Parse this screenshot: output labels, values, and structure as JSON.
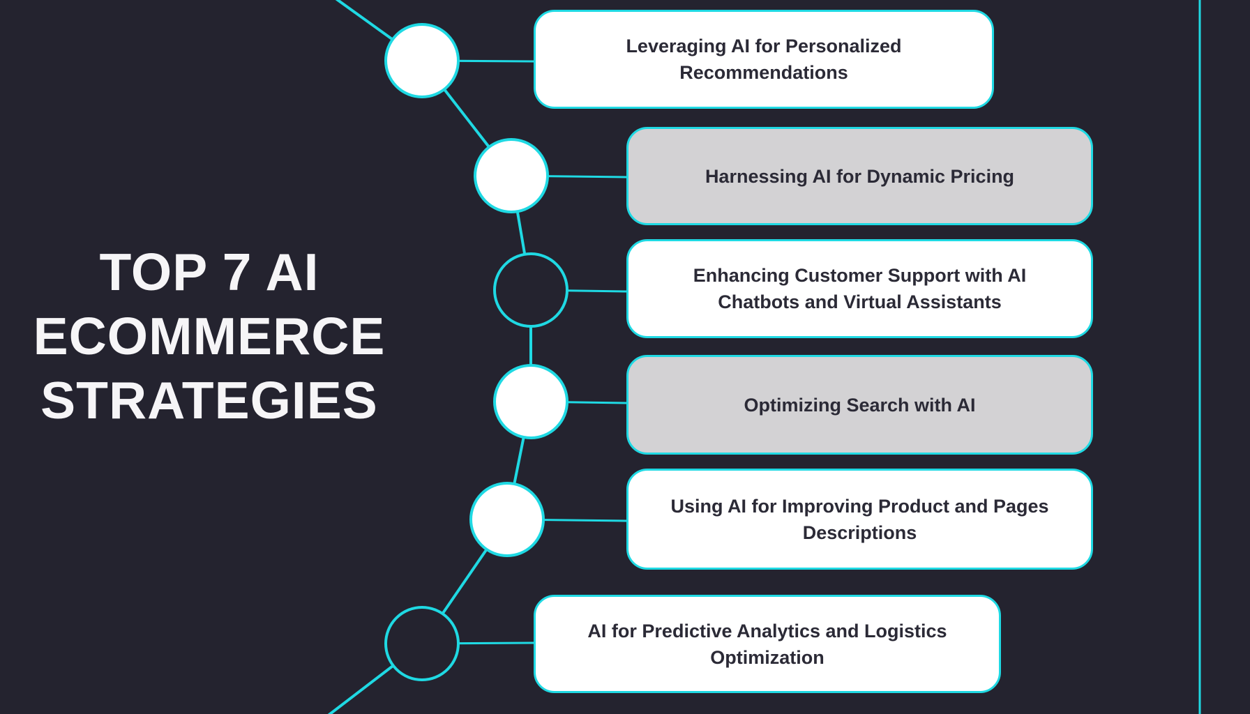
{
  "title": {
    "text": "TOP 7 AI\nECOMMERCE\nSTRATEGIES"
  },
  "colors": {
    "background": "#24232F",
    "accent_cyan": "#1FD9E3",
    "box_white": "#FFFFFF",
    "box_gray": "#D3D2D4",
    "box_text": "#2B2A36",
    "title_text": "#F6F5F7"
  },
  "diagram": {
    "items": [
      {
        "label": "Leveraging AI for Personalized\nRecommendations",
        "variant": "white"
      },
      {
        "label": "Harnessing AI for Dynamic Pricing",
        "variant": "gray"
      },
      {
        "label": "Enhancing Customer Support with AI\nChatbots and Virtual Assistants",
        "variant": "white"
      },
      {
        "label": "Optimizing Search with AI",
        "variant": "gray"
      },
      {
        "label": "Using AI for Improving Product and Pages\nDescriptions",
        "variant": "white"
      },
      {
        "label": "AI for Predictive Analytics and Logistics\nOptimization",
        "variant": "white"
      }
    ],
    "node_fill_styles": [
      "filled",
      "filled",
      "outline",
      "filled",
      "filled",
      "outline"
    ]
  }
}
